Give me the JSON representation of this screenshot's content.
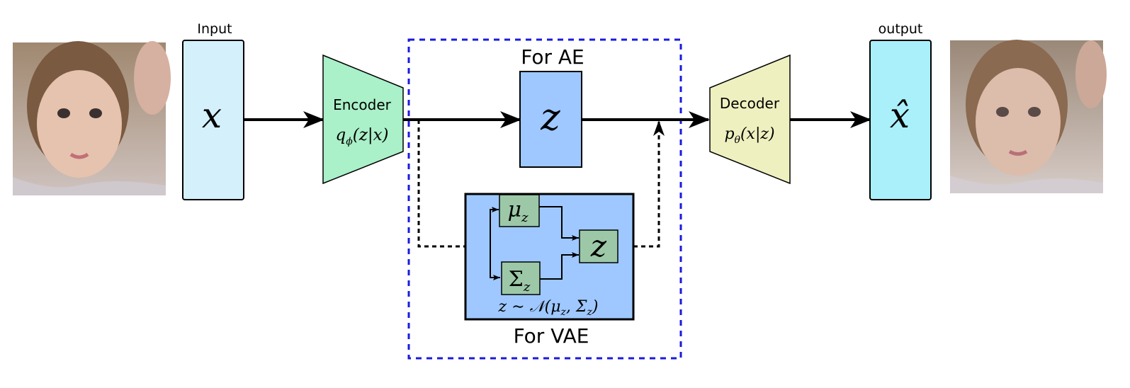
{
  "input": {
    "label": "Input",
    "symbol": "x"
  },
  "encoder": {
    "label": "Encoder",
    "formula_q": "q",
    "formula_sub": "ϕ",
    "formula_args": "(z|x)"
  },
  "ae_section": {
    "title": "For AE",
    "latent": "z"
  },
  "vae_section": {
    "title": "For VAE",
    "mu": "μ",
    "mu_sub": "z",
    "sigma": "Σ",
    "sigma_sub": "z",
    "z": "z",
    "sampling_formula": "z ∼ 𝒩(μ",
    "sampling_mu_sub": "z",
    "sampling_mid": ", Σ",
    "sampling_sigma_sub": "z",
    "sampling_end": ")"
  },
  "decoder": {
    "label": "Decoder",
    "formula_p": "p",
    "formula_sub": "θ",
    "formula_args": "(x|z)"
  },
  "output": {
    "label": "output",
    "symbol": "x̂"
  },
  "colors": {
    "input_box": "#d4f0fb",
    "output_box": "#aaf0fb",
    "encoder": "#aaf0c8",
    "decoder": "#eef0c0",
    "latent": "#9ec8ff",
    "vae_box": "#9ec8ff",
    "vae_inner": "#9cc8a8",
    "dashed_border": "#1a1ae0"
  }
}
